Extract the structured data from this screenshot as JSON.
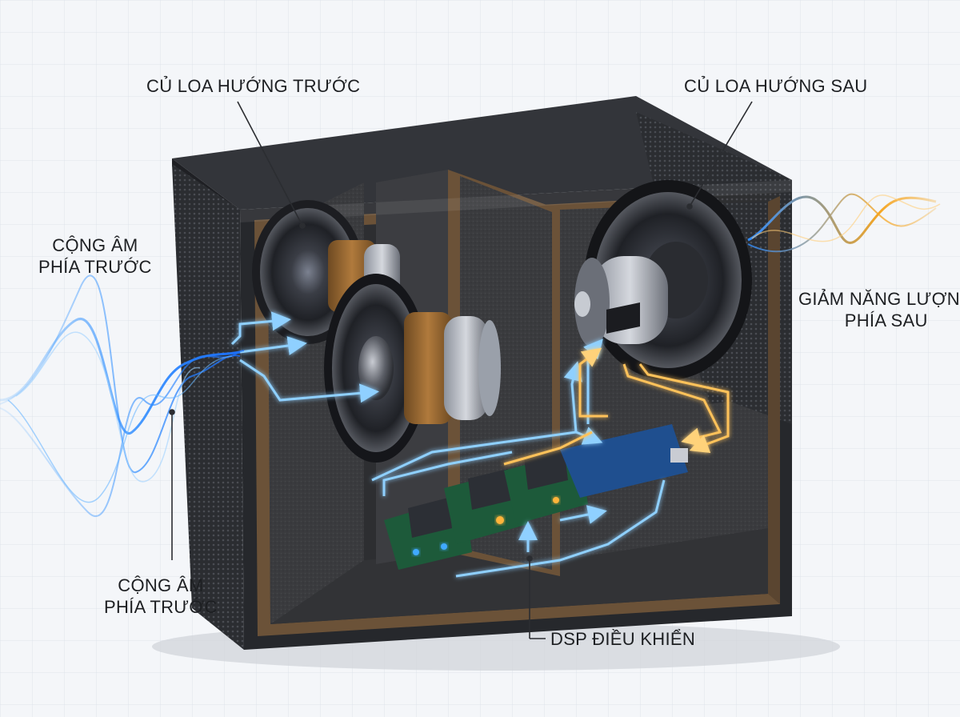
{
  "labels": {
    "front_driver": "CỦ LOA HƯỚNG TRƯỚC",
    "rear_driver": "CỦ LOA HƯỚNG SAU",
    "front_boost_top_line1": "CỘNG ÂM",
    "front_boost_top_line2": "PHÍA TRƯỚC",
    "rear_reduce_line1": "GIẢM NĂNG LƯỢNG",
    "rear_reduce_line2": "PHÍA SAU",
    "front_boost_bottom_line1": "CỘNG ÂM",
    "front_boost_bottom_line2": "PHÍA TRƯỚC",
    "dsp": "DSP ĐIỀU KHIỂN"
  },
  "colors": {
    "front_signal": "#2f8cff",
    "rear_signal": "#f5a623",
    "cabinet": "#2a2c30",
    "wood_edge": "#6b5238",
    "pcb": "#1d5a3a",
    "dsp_board": "#1f4f8f"
  },
  "icons": [
    "sound-wave",
    "speaker-driver",
    "amplifier-board",
    "dsp-board",
    "signal-arrow"
  ]
}
